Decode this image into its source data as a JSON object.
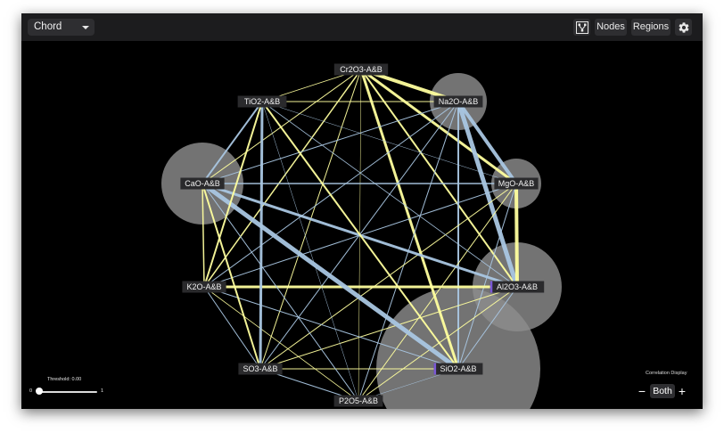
{
  "toolbar": {
    "view_select": "Chord",
    "layout_icon": "tree-layout-icon",
    "nodes_label": "Nodes",
    "regions_label": "Regions",
    "settings_icon": "gear-icon"
  },
  "colors": {
    "positive": "#ffff9e",
    "negative": "#a9c6e2",
    "region": "#8c8c8c",
    "node_marker": "#7a58d6"
  },
  "chord": {
    "nodes": [
      "Cr2O3-A&B",
      "Na2O-A&B",
      "MgO-A&B",
      "Al2O3-A&B",
      "SiO2-A&B",
      "P2O5-A&B",
      "SO3-A&B",
      "K2O-A&B",
      "CaO-A&B",
      "TiO2-A&B"
    ],
    "regions": [
      "Na2O-A&B",
      "MgO-A&B",
      "Al2O3-A&B",
      "SiO2-A&B",
      "CaO-A&B"
    ]
  },
  "threshold": {
    "label": "Threshold: 0.00",
    "min": "0",
    "max": "1",
    "value": 0
  },
  "correlation": {
    "label": "Correlation Display",
    "minus": "−",
    "mode": "Both",
    "plus": "+"
  }
}
